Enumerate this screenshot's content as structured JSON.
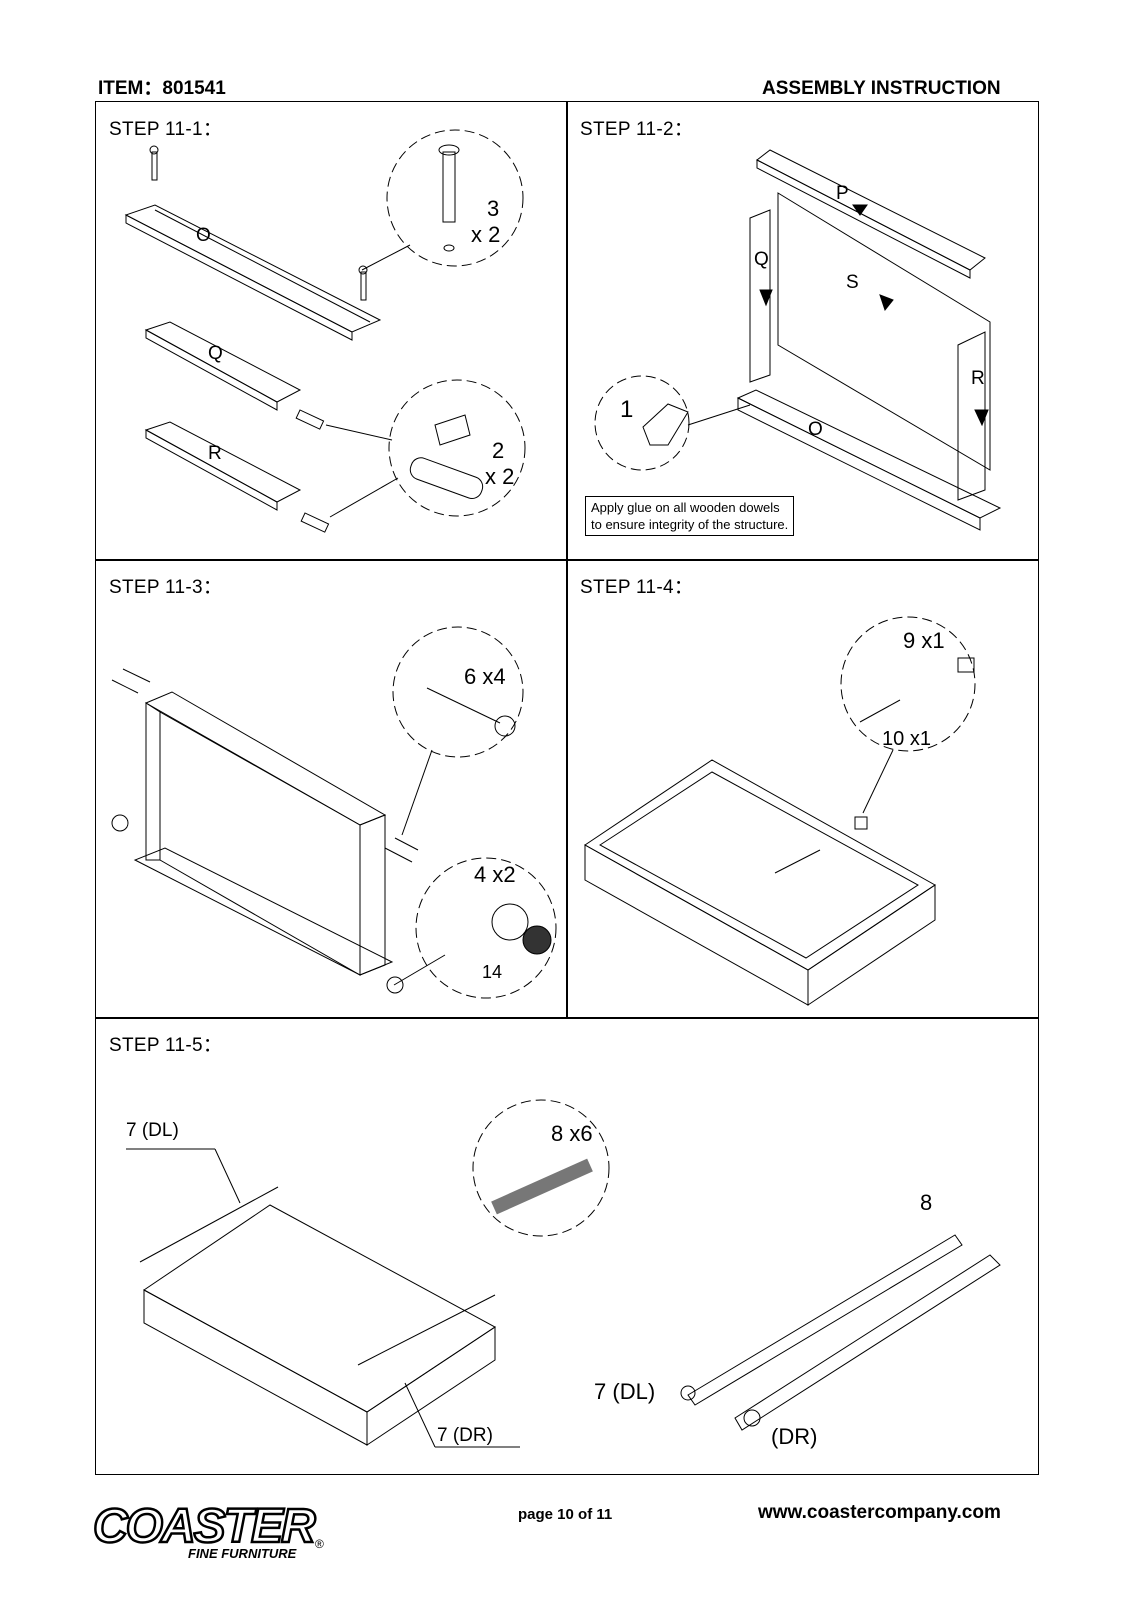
{
  "header": {
    "item": "ITEM：801541",
    "title": "ASSEMBLY INSTRUCTION"
  },
  "steps": [
    {
      "label": "STEP 11-1："
    },
    {
      "label": "STEP 11-2："
    },
    {
      "label": "STEP 11-3："
    },
    {
      "label": "STEP 11-4："
    },
    {
      "label": "STEP 11-5："
    }
  ],
  "step1": {
    "parts": [
      "O",
      "Q",
      "R"
    ],
    "callout_a": {
      "num": "3",
      "qty": "x 2"
    },
    "callout_b": {
      "num": "2",
      "qty": "x 2"
    }
  },
  "step2": {
    "parts": [
      "P",
      "Q",
      "S",
      "R",
      "O"
    ],
    "callout": {
      "num": "1"
    },
    "note_line1": "Apply glue on all wooden dowels",
    "note_line2": "to ensure integrity of the structure."
  },
  "step3": {
    "callout_a": {
      "num": "6",
      "qty": "x4"
    },
    "callout_b": {
      "num": "4",
      "qty": "x2",
      "num2": "14"
    }
  },
  "step4": {
    "callout_a": {
      "num": "9",
      "qty": "x1"
    },
    "callout_b": {
      "num": "10",
      "qty": "x1"
    }
  },
  "step5": {
    "dl_num": "7",
    "dl_text": "(DL)",
    "dr_num": "7",
    "dr_text": "(DR)",
    "callout": {
      "num": "8",
      "qty": "x6"
    },
    "screw_num": "8",
    "rail_dl_num": "7",
    "rail_dl_text": "(DL)",
    "rail_dr_text": "(DR)"
  },
  "footer": {
    "page": "page 10 of 11",
    "url": "www.coastercompany.com",
    "logo_text": "COASTER",
    "logo_sub": "FINE FURNITURE",
    "logo_mark": "®"
  }
}
